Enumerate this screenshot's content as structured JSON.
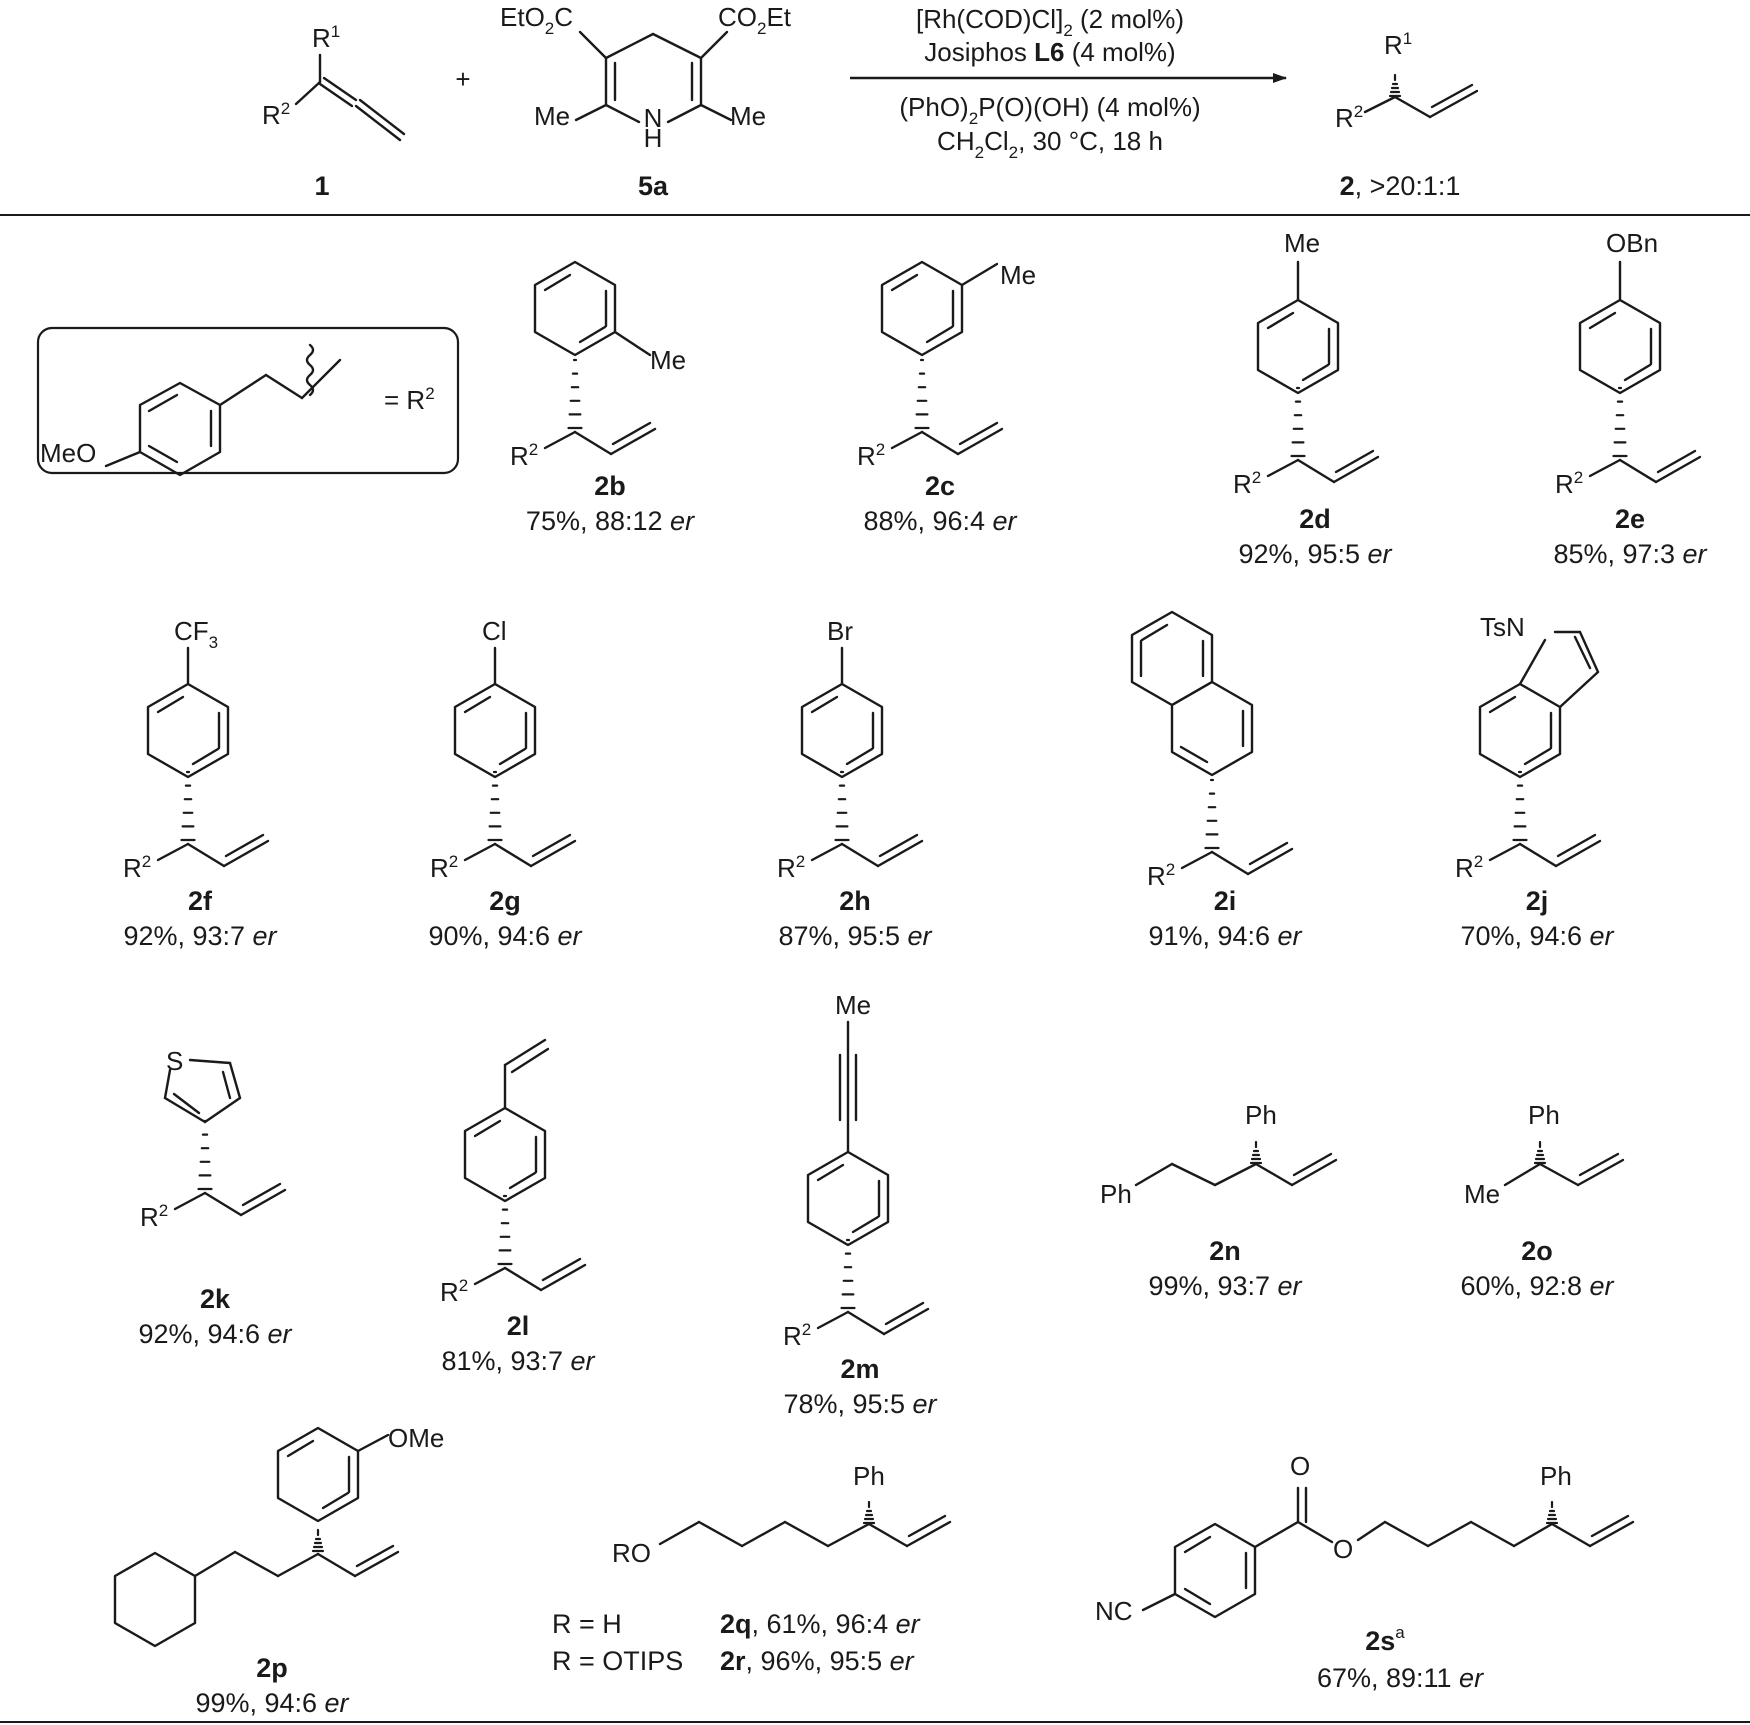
{
  "reaction": {
    "reactant_1": {
      "label": "1",
      "r1": "R",
      "r1_sup": "1",
      "r2": "R",
      "r2_sup": "2"
    },
    "plus": "+",
    "reactant_2": {
      "label": "5a",
      "ester_left": "EtO",
      "ester_left_sub": "2",
      "ester_left_tail": "C",
      "ester_right": "CO",
      "ester_right_sub": "2",
      "ester_right_tail": "Et",
      "me_left": "Me",
      "me_right": "Me",
      "nitrogen": "N",
      "nh_h": "H"
    },
    "conditions": {
      "catalyst": "[Rh(COD)Cl]",
      "catalyst_sub": "2",
      "catalyst_tail": " (2 mol%)",
      "ligand_pre": "Josiphos ",
      "ligand_bold": "L6",
      "ligand_post": " (4 mol%)",
      "acid_pre": "(PhO)",
      "acid_sub": "2",
      "acid_post": "P(O)(OH) (4 mol%)",
      "solvent_pre": "CH",
      "solvent_sub1": "2",
      "solvent_mid": "Cl",
      "solvent_sub2": "2",
      "solvent_post": ", 30 °C, 18 h"
    },
    "product": {
      "label": "2",
      "ratio": ", >20:1:1",
      "r1": "R",
      "r1_sup": "1",
      "r2": "R",
      "r2_sup": "2"
    }
  },
  "r2_definition": {
    "meo": "MeO",
    "equals": "= R",
    "sup": "2"
  },
  "r2_text": {
    "r": "R",
    "sup": "2"
  },
  "entries": [
    {
      "id": "2b",
      "sub": "Me",
      "yield": "75%, 88:12 ",
      "er": "er"
    },
    {
      "id": "2c",
      "sub": "Me",
      "yield": "88%, 96:4 ",
      "er": "er"
    },
    {
      "id": "2d",
      "sub": "Me",
      "yield": "92%, 95:5 ",
      "er": "er"
    },
    {
      "id": "2e",
      "sub": "OBn",
      "yield": "85%, 97:3 ",
      "er": "er"
    },
    {
      "id": "2f",
      "sub": "CF",
      "sub_sub": "3",
      "yield": "92%, 93:7 ",
      "er": "er"
    },
    {
      "id": "2g",
      "sub": "Cl",
      "yield": "90%, 94:6 ",
      "er": "er"
    },
    {
      "id": "2h",
      "sub": "Br",
      "yield": "87%, 95:5 ",
      "er": "er"
    },
    {
      "id": "2i",
      "yield": "91%, 94:6 ",
      "er": "er"
    },
    {
      "id": "2j",
      "sub": "TsN",
      "yield": "70%, 94:6 ",
      "er": "er"
    },
    {
      "id": "2k",
      "sub": "S",
      "yield": "92%, 94:6 ",
      "er": "er"
    },
    {
      "id": "2l",
      "yield": "81%, 93:7 ",
      "er": "er"
    },
    {
      "id": "2m",
      "sub": "Me",
      "yield": "78%, 95:5 ",
      "er": "er"
    },
    {
      "id": "2n",
      "sub": "Ph",
      "sub2": "Ph",
      "yield": "99%, 93:7 ",
      "er": "er"
    },
    {
      "id": "2o",
      "sub": "Ph",
      "sub2": "Me",
      "yield": "60%, 92:8 ",
      "er": "er"
    },
    {
      "id": "2p",
      "sub": "OMe",
      "yield": "99%, 94:6 ",
      "er": "er"
    },
    {
      "id": "2q",
      "sub": "Ph",
      "ro": "RO",
      "cond": "R = H",
      "yield": ", 61%, 96:4 ",
      "er": "er"
    },
    {
      "id": "2r",
      "cond": "R = OTIPS",
      "yield": ", 96%, 95:5 ",
      "er": "er"
    },
    {
      "id": "2s",
      "sup": "a",
      "sub": "Ph",
      "o1": "O",
      "o2": "O",
      "nc": "NC",
      "yield": "67%, 89:11 ",
      "er": "er"
    }
  ]
}
